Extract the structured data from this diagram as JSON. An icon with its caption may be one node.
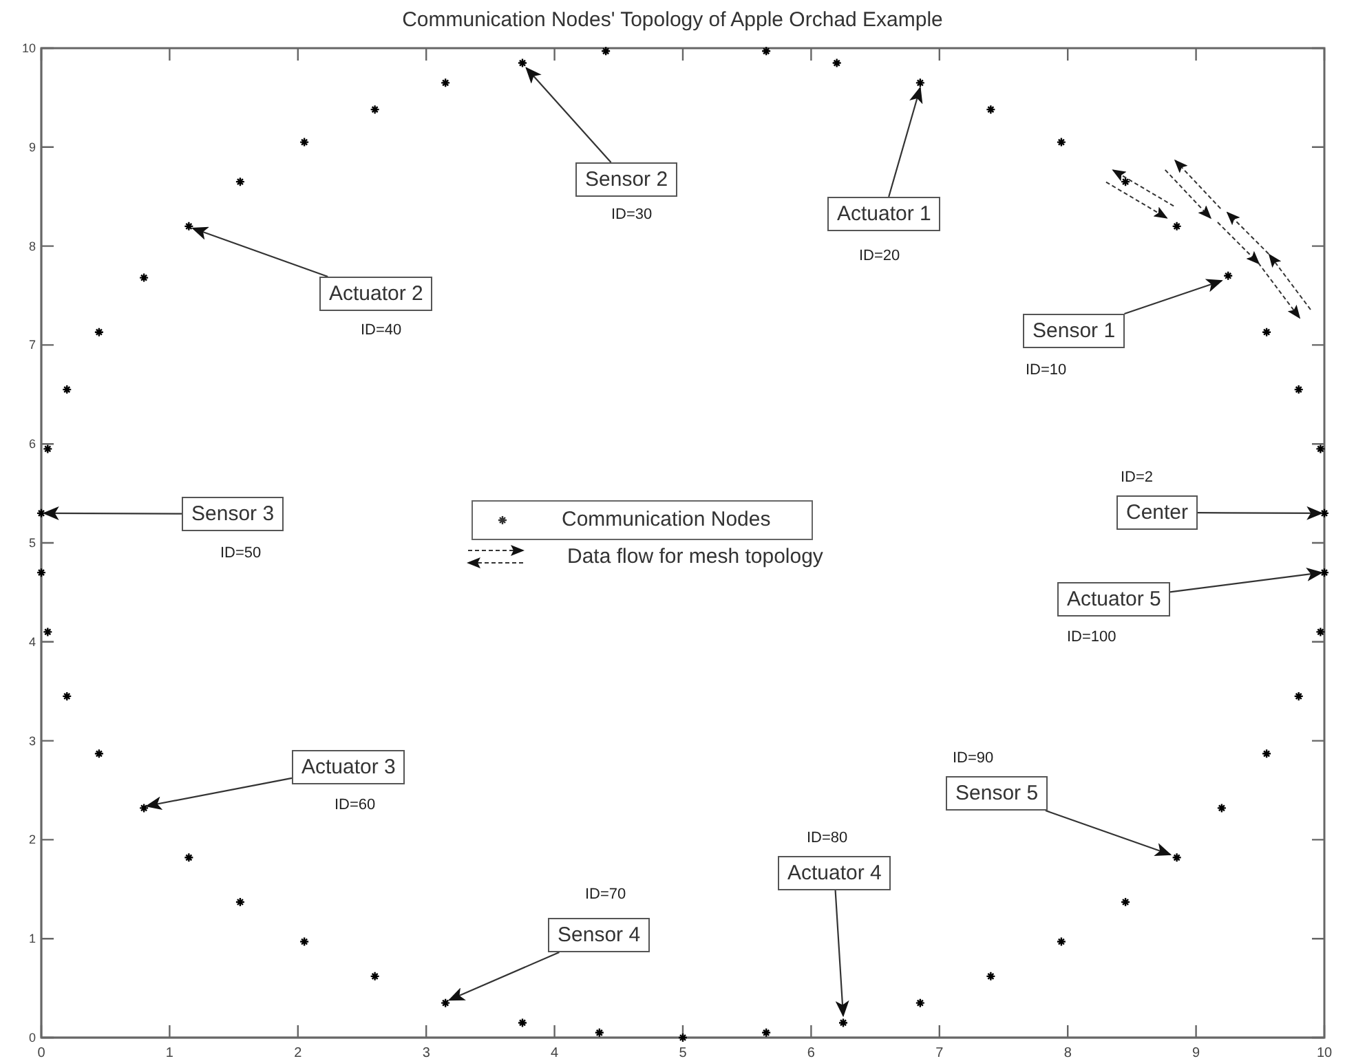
{
  "diagram": {
    "title": "Communication Nodes' Topology of Apple Orchad Example",
    "nodes": [
      {
        "text": [
          "Sensor 2"
        ],
        "beside": [
          "ID=30"
        ]
      },
      {
        "text": [
          "Actuator 1"
        ],
        "beside": [
          "ID=20"
        ]
      },
      {
        "text": [
          "Actuator 2"
        ],
        "beside": [
          "ID=40"
        ]
      },
      {
        "text": [
          "Sensor 1"
        ],
        "beside": [
          "ID=10"
        ]
      },
      {
        "text": [
          "Center"
        ],
        "beside": [
          "ID=2"
        ]
      },
      {
        "text": [
          "Sensor 3"
        ],
        "beside": [
          "ID=50"
        ]
      },
      {
        "text": [
          "Actuator 5"
        ],
        "beside": [
          "ID=100"
        ]
      },
      {
        "text": [
          "Actuator 3"
        ],
        "beside": [
          "ID=60"
        ]
      },
      {
        "text": [
          "Sensor 5"
        ],
        "beside": [
          "ID=90"
        ]
      },
      {
        "text": [
          "Actuator 4"
        ],
        "beside": [
          "ID=80"
        ]
      },
      {
        "text": [
          "Sensor 4"
        ],
        "beside": [
          "ID=70"
        ]
      }
    ],
    "edges": [
      {
        "from": 0,
        "to": null,
        "arrow": "to"
      },
      {
        "from": 1,
        "to": null,
        "arrow": "to"
      },
      {
        "from": 2,
        "to": null,
        "arrow": "to"
      },
      {
        "from": 3,
        "to": null,
        "arrow": "to"
      },
      {
        "from": 4,
        "to": null,
        "arrow": "to"
      },
      {
        "from": 5,
        "to": null,
        "arrow": "to"
      },
      {
        "from": 6,
        "to": null,
        "arrow": "to"
      },
      {
        "from": 7,
        "to": null,
        "arrow": "to"
      },
      {
        "from": 8,
        "to": null,
        "arrow": "to"
      },
      {
        "from": 9,
        "to": null,
        "arrow": "to"
      },
      {
        "from": 10,
        "to": null,
        "arrow": "to"
      }
    ],
    "legend": [
      {
        "text": "Communication Nodes"
      },
      {
        "text": "Data flow for mesh topology"
      }
    ],
    "chart_data": {
      "type": "scatter",
      "x": [
        0,
        0.05,
        0.2,
        0.45,
        0.8,
        1.15,
        1.55,
        2.05,
        2.6,
        3.15,
        3.75,
        4.4,
        5.65,
        6.2,
        6.85,
        7.4,
        7.95,
        8.45,
        8.85,
        9.25,
        9.55,
        9.8,
        9.97,
        10,
        10,
        9.97,
        9.8,
        9.55,
        9.2,
        8.85,
        8.45,
        7.95,
        7.4,
        6.85,
        6.25,
        5.65,
        5,
        4.35,
        3.75,
        3.15,
        2.6,
        2.05,
        1.55,
        1.15,
        0.8,
        0.45,
        0.2,
        0.05,
        0
      ],
      "series": [
        {
          "color": "#000000",
          "values": [
            5.3,
            5.95,
            6.55,
            7.13,
            7.68,
            8.2,
            8.65,
            9.05,
            9.38,
            9.65,
            9.85,
            9.97,
            9.97,
            9.85,
            9.65,
            9.38,
            9.05,
            8.65,
            8.2,
            7.7,
            7.13,
            6.55,
            5.95,
            5.3,
            4.7,
            4.1,
            3.45,
            2.87,
            2.32,
            1.82,
            1.37,
            0.97,
            0.62,
            0.35,
            0.15,
            0.05,
            0,
            0.05,
            0.15,
            0.35,
            0.62,
            0.97,
            1.37,
            1.82,
            2.32,
            2.87,
            3.45,
            4.1,
            4.7
          ]
        }
      ],
      "xlim": [
        0,
        10
      ],
      "ylim": [
        0,
        10
      ],
      "xticks": [
        0,
        1,
        2,
        3,
        4,
        5,
        6,
        7,
        8,
        9,
        10
      ],
      "yticks": [
        0,
        1,
        2,
        3,
        4,
        5,
        6,
        7,
        8,
        9,
        10
      ]
    }
  }
}
